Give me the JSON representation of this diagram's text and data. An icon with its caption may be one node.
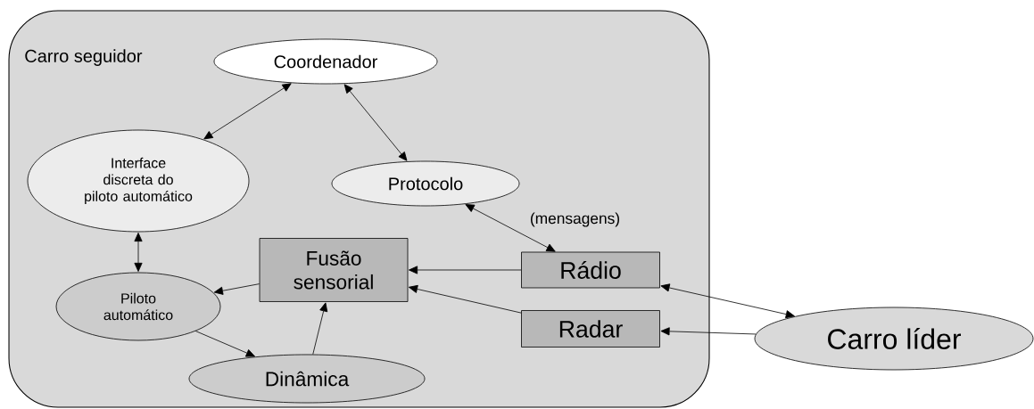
{
  "diagram": {
    "nodes": [
      {
        "text": [
          "Carro seguidor"
        ]
      },
      {
        "text": [
          "Coordenador"
        ],
        "in": 0
      },
      {
        "text": [
          "Interface discreta do piloto automático"
        ],
        "in": 0
      },
      {
        "text": [
          "Protocolo"
        ],
        "in": 0
      },
      {
        "text": [
          "Fusão sensorial"
        ],
        "in": 0
      },
      {
        "text": [
          "Rádio"
        ],
        "in": 0
      },
      {
        "text": [
          "Piloto automático"
        ],
        "in": 0
      },
      {
        "text": [
          "Radar"
        ],
        "in": 0
      },
      {
        "text": [
          "Carro líder"
        ]
      },
      {
        "text": [
          "Dinâmica"
        ],
        "in": 0
      }
    ],
    "edges": [
      {
        "from": 2,
        "to": 1,
        "arrow": "both"
      },
      {
        "from": 1,
        "to": 3,
        "arrow": "both"
      },
      {
        "from": 3,
        "to": 5,
        "arrow": "both",
        "label": "(mensagens)"
      },
      {
        "from": 2,
        "to": 6,
        "arrow": "both"
      },
      {
        "from": 4,
        "to": 6,
        "arrow": "to"
      },
      {
        "from": 5,
        "to": 4,
        "arrow": "to"
      },
      {
        "from": 5,
        "to": 8,
        "arrow": "both"
      },
      {
        "from": 6,
        "to": 9,
        "arrow": "to"
      },
      {
        "from": 9,
        "to": 4,
        "arrow": "to"
      },
      {
        "from": 7,
        "to": 4,
        "arrow": "to"
      },
      {
        "from": 8,
        "to": 7,
        "arrow": "to"
      }
    ]
  }
}
